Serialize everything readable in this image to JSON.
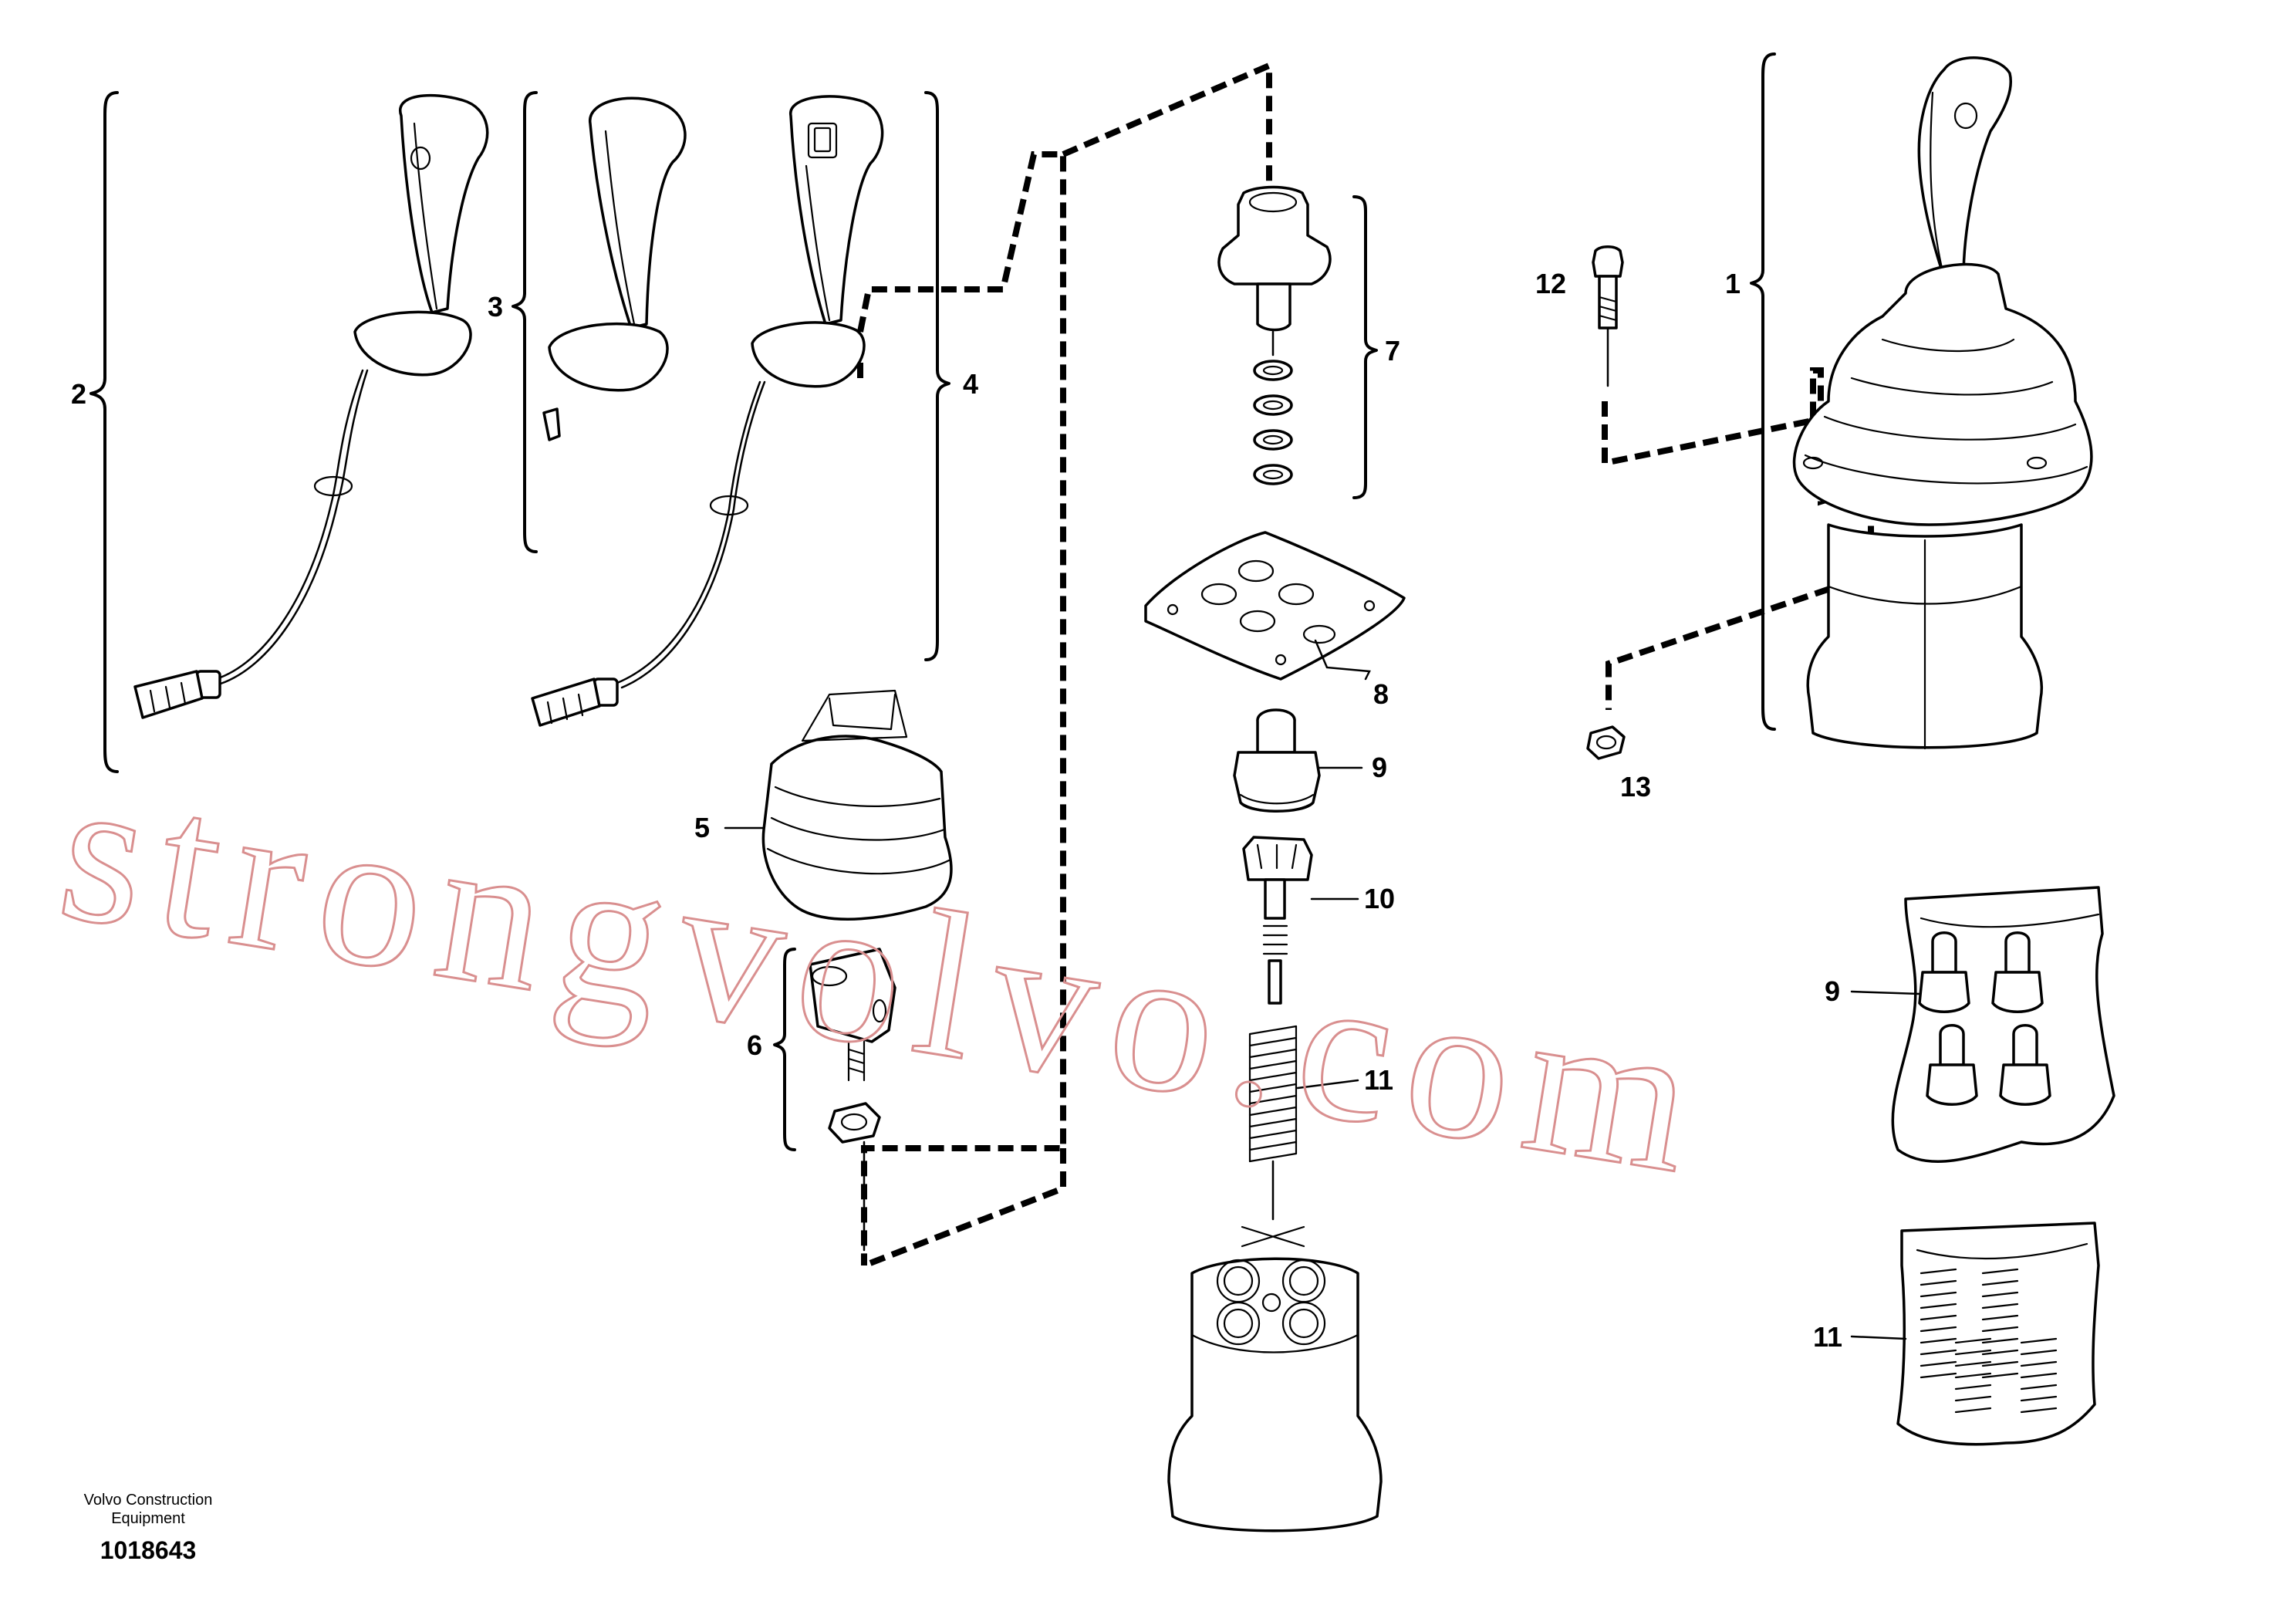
{
  "figure": {
    "caption_line1": "Volvo Construction",
    "caption_line2": "Equipment",
    "document_number": "1018643",
    "watermark": "strongvolvo.com"
  },
  "callouts": {
    "c1": "1",
    "c2": "2",
    "c3": "3",
    "c4": "4",
    "c5": "5",
    "c6": "6",
    "c7": "7",
    "c8": "8",
    "c9": "9",
    "c10": "10",
    "c11": "11",
    "c12": "12",
    "c13": "13",
    "c9b": "9",
    "c11b": "11"
  },
  "colors": {
    "line": "#000000",
    "watermark": "#d98f8f",
    "background": "#ffffff"
  }
}
